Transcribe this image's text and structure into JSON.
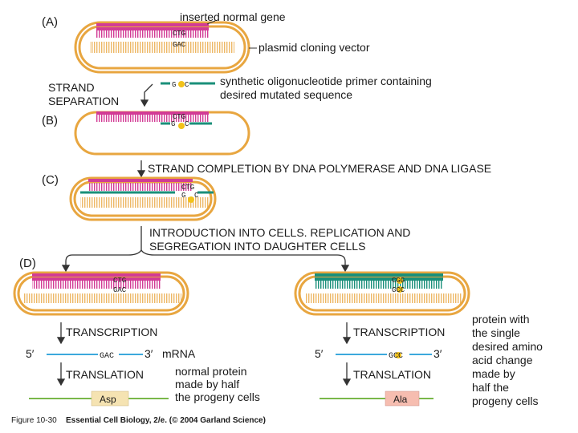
{
  "panels": {
    "a": "(A)",
    "b": "(B)",
    "c": "(C)",
    "d": "(D)"
  },
  "labels": {
    "inserted_gene": "inserted normal gene",
    "plasmid_vector": "plasmid cloning vector",
    "primer_line1": "synthetic oligonucleotide primer containing",
    "primer_line2": "desired mutated sequence",
    "strand_sep_line1": "STRAND",
    "strand_sep_line2": "SEPARATION",
    "completion": "STRAND COMPLETION BY DNA POLYMERASE AND DNA LIGASE",
    "intro_line1": "INTRODUCTION INTO CELLS. REPLICATION AND",
    "intro_line2": "SEGREGATION INTO DAUGHTER CELLS",
    "transcription": "TRANSCRIPTION",
    "translation": "TRANSLATION",
    "mrna": "mRNA",
    "five_prime": "5′",
    "three_prime": "3′",
    "normal_line1": "normal protein",
    "normal_line2": "made by half",
    "normal_line3": "the progeny cells",
    "mutant_line1": "protein with",
    "mutant_line2": "the single",
    "mutant_line3": "desired amino",
    "mutant_line4": "acid change",
    "mutant_line5": "made by",
    "mutant_line6": "half the",
    "mutant_line7": "progeny cells"
  },
  "sequences": {
    "ctg": "CTG",
    "gac": "GAC",
    "cgg": "CGG",
    "gcc": "GCC",
    "g": "G",
    "c": "C",
    "gac_mrna": "GAC",
    "gcc_mrna": "GCC"
  },
  "amino_acids": {
    "left": "Asp",
    "right": "Ala"
  },
  "caption": {
    "figure": "Figure 10-30",
    "title": "Essential Cell Biology, 2/e. (© 2004 Garland Science)"
  },
  "colors": {
    "plasmid": "#e8a640",
    "gene": "#d23b95",
    "primer": "#1a8f7a",
    "mrna": "#3ca8dc",
    "protein": "#7ab84a",
    "mutation": "#f2c21a",
    "asp_box": "#f5e3b2",
    "ala_box": "#f6bdb0"
  }
}
